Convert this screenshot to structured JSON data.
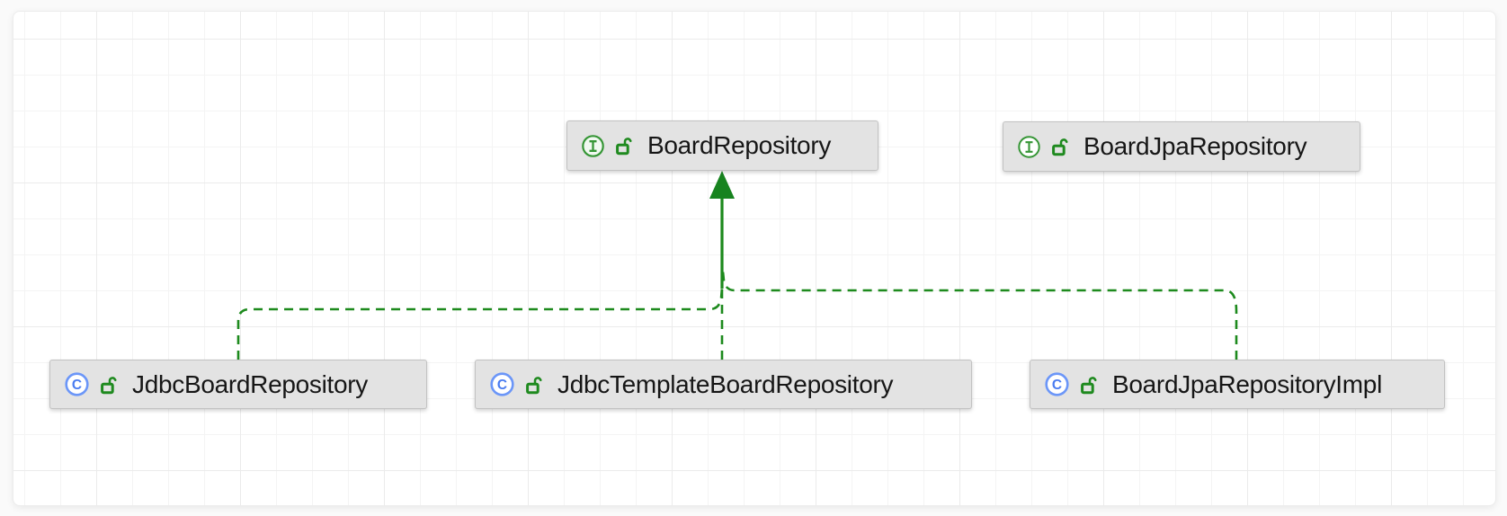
{
  "diagram": {
    "tool": "uml-class-diagram",
    "edge_color": "#1d8a1d",
    "interface_icon_color": "#369636",
    "class_icon_color": "#4a7cf0",
    "lock_icon_color": "#1f8a1f",
    "node_fill": "#e3e3e3",
    "nodes": [
      {
        "id": "board-repository",
        "label": "BoardRepository",
        "kind": "interface",
        "visibility": "public"
      },
      {
        "id": "board-jpa-repository",
        "label": "BoardJpaRepository",
        "kind": "interface",
        "visibility": "public"
      },
      {
        "id": "jdbc-board-repository",
        "label": "JdbcBoardRepository",
        "kind": "class",
        "visibility": "public"
      },
      {
        "id": "jdbc-template-board-repository",
        "label": "JdbcTemplateBoardRepository",
        "kind": "class",
        "visibility": "public"
      },
      {
        "id": "board-jpa-repository-impl",
        "label": "BoardJpaRepositoryImpl",
        "kind": "class",
        "visibility": "public"
      }
    ],
    "edges": [
      {
        "from": "JdbcBoardRepository",
        "to": "BoardRepository",
        "type": "realization",
        "style": "dashed",
        "arrow": "solid-triangle"
      },
      {
        "from": "JdbcTemplateBoardRepository",
        "to": "BoardRepository",
        "type": "realization",
        "style": "dashed",
        "arrow": "solid-triangle"
      },
      {
        "from": "BoardJpaRepositoryImpl",
        "to": "BoardRepository",
        "type": "realization",
        "style": "dashed",
        "arrow": "solid-triangle"
      }
    ]
  }
}
